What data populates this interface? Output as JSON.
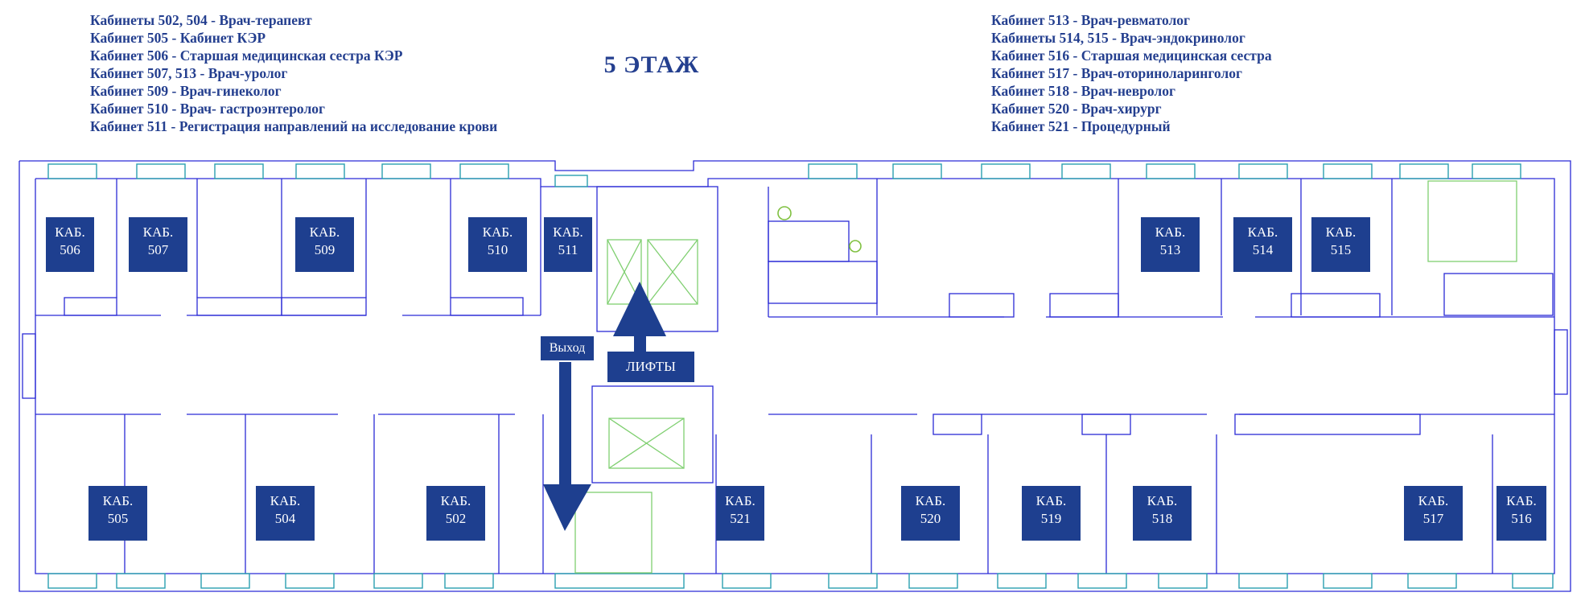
{
  "floor_title": "5 ЭТАЖ",
  "legend_left": [
    "Кабинеты 502, 504 - Врач-терапевт",
    "Кабинет 505 - Кабинет КЭР",
    "Кабинет 506 - Старшая медицинская сестра КЭР",
    "Кабинет 507, 513 - Врач-уролог",
    "Кабинет 509 - Врач-гинеколог",
    "Кабинет 510 - Врач- гастроэнтеролог",
    "Кабинет 511 - Регистрация направлений на исследование крови"
  ],
  "legend_right": [
    "Кабинет 513 - Врач-ревматолог",
    "Кабинеты 514, 515 - Врач-эндокринолог",
    "Кабинет 516 - Старшая медицинская сестра",
    "Кабинет 517 - Врач-оториноларинголог",
    "Кабинет 518 - Врач-невролог",
    "Кабинет 520 - Врач-хирург",
    "Кабинет 521 - Процедурный"
  ],
  "room_prefix": "КАБ.",
  "rooms": {
    "r506": "506",
    "r507": "507",
    "r509": "509",
    "r510": "510",
    "r511": "511",
    "r513": "513",
    "r514": "514",
    "r515": "515",
    "r505": "505",
    "r504": "504",
    "r502": "502",
    "r521": "521",
    "r520": "520",
    "r519": "519",
    "r518": "518",
    "r517": "517",
    "r516": "516"
  },
  "exit_label": "Выход",
  "lifts_label": "ЛИФТЫ",
  "colors": {
    "wall": "#2b2bd6",
    "label_bg": "#1e3f8f",
    "text": "#243f8f",
    "stairs": "#7fcf70",
    "arrow": "#1e3f8f"
  }
}
